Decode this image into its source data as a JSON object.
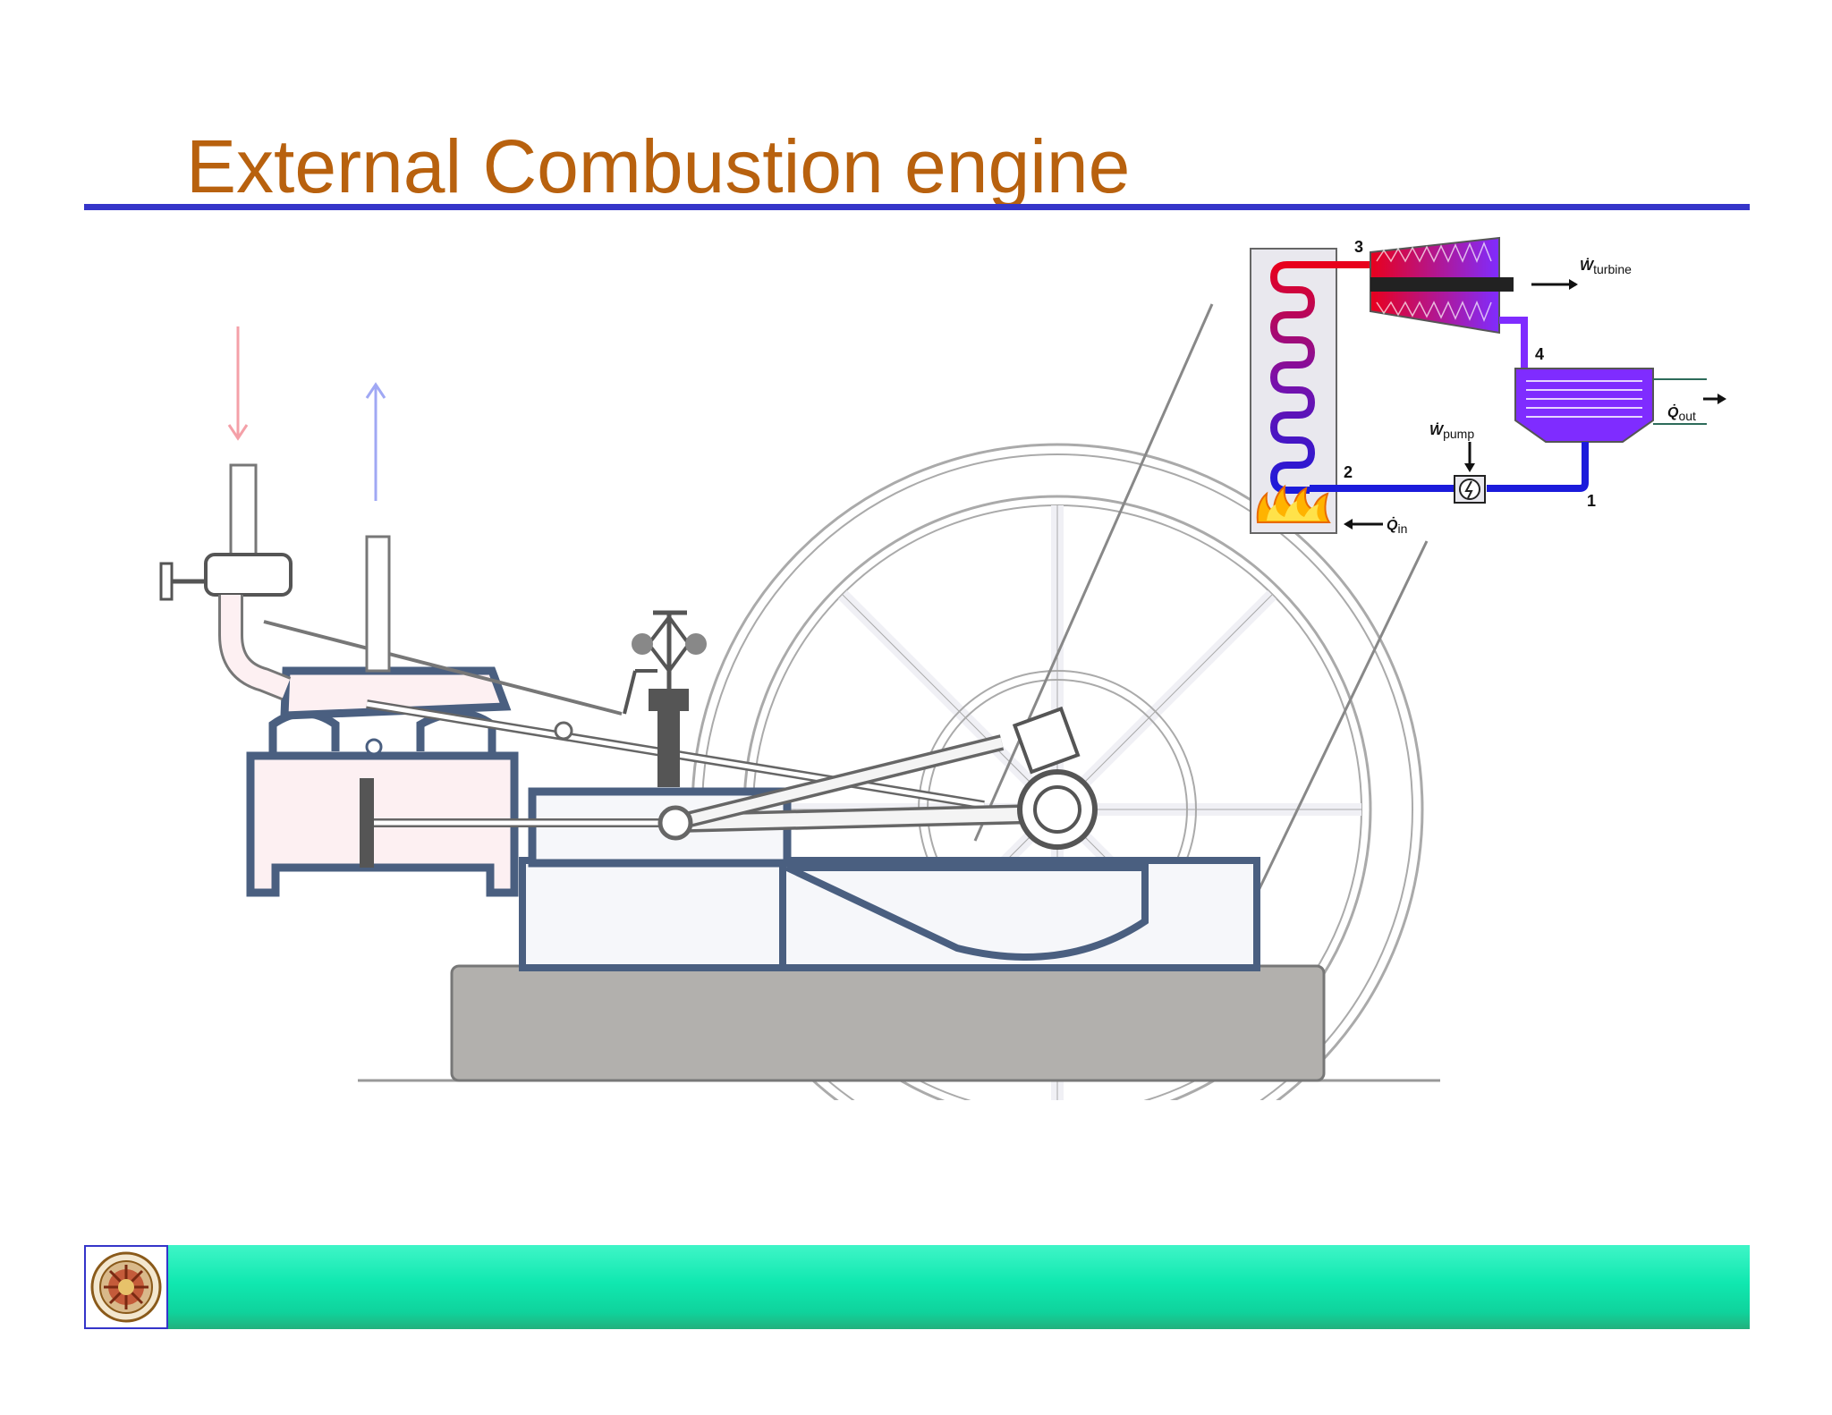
{
  "slide": {
    "title": "External Combustion engine"
  },
  "rankine": {
    "state_labels": [
      "1",
      "2",
      "3",
      "4"
    ],
    "w_turbine": {
      "symbol": "Ẇ",
      "subscript": "turbine"
    },
    "w_pump": {
      "symbol": "Ẇ",
      "subscript": "pump"
    },
    "q_out": {
      "symbol": "Q̇",
      "subscript": "out"
    },
    "q_in": {
      "symbol": "Q̇",
      "subscript": "in"
    }
  },
  "colors": {
    "title": "#b8610e",
    "rule": "#3535c9",
    "footer": "#10e8b0",
    "engine_outline": "#4a5f80",
    "base": "#b2b0ad",
    "hot": "#e8001c",
    "cold": "#1b1bdb",
    "condenser": "#7f2cff"
  },
  "icons": [
    "college-logo",
    "pump-icon",
    "flame-icon",
    "arrow-icon"
  ]
}
